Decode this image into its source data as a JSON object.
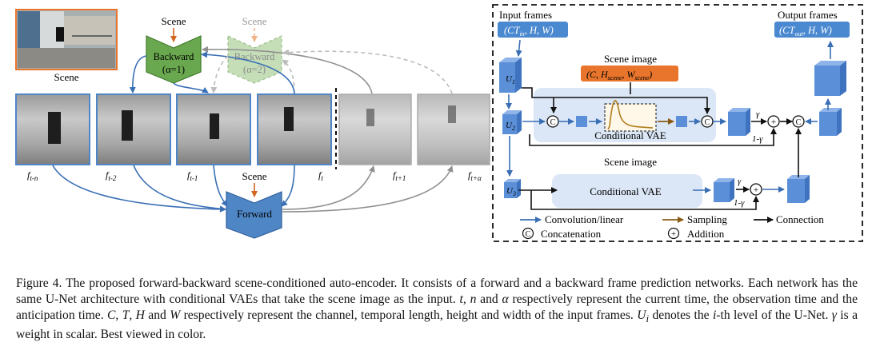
{
  "colors": {
    "backward_active": "#6aa84f",
    "backward_ghost": "#c5deb8",
    "forward": "#4f86c6",
    "scene_orange": "#e8752b",
    "cube": "#5b8fd8",
    "vae_panel": "#dbe7f6",
    "input_box": "#4a88d0",
    "arrow_blue": "#3a6fb5",
    "arrow_gray": "#9a9a9a",
    "sampling_arrow": "#8a5a14"
  },
  "left": {
    "scene_thumb_label": "Scene",
    "scene_backward_label": "Scene",
    "scene_ghost_label": "Scene",
    "scene_forward_label": "Scene",
    "backward_label": "Backward",
    "backward_alpha": "(α=1)",
    "backward_ghost_label": "Backward",
    "backward_ghost_alpha": "(α=2)",
    "forward_label": "Forward",
    "frames": [
      {
        "label": "f",
        "sub": "t-n"
      },
      {
        "label": "f",
        "sub": "t-2"
      },
      {
        "label": "f",
        "sub": "t-1"
      },
      {
        "label": "f",
        "sub": "t"
      },
      {
        "label": "f",
        "sub": "t+1"
      },
      {
        "label": "f",
        "sub": "t+α"
      }
    ]
  },
  "right": {
    "input_frames_title": "Input frames",
    "input_frames_dims_ct": "(CT",
    "input_frames_dims_sub": "in",
    "input_frames_dims_rest": ", H, W)",
    "output_frames_title": "Output frames",
    "output_frames_dims_ct": "(CT",
    "output_frames_dims_sub": "out",
    "output_frames_dims_rest": ", H, W)",
    "scene_image_label_1": "Scene image",
    "scene_image_dims": "(C, H",
    "scene_image_dims_sub1": "scene",
    "scene_image_dims_mid": ", W",
    "scene_image_dims_sub2": "scene",
    "scene_image_dims_end": ")",
    "scene_image_label_2": "Scene image",
    "cvae_label_1": "Conditional VAE",
    "cvae_label_2": "Conditional VAE",
    "u1": "U",
    "u1_sub": "1",
    "u2": "U",
    "u2_sub": "2",
    "u3": "U",
    "u3_sub": "3",
    "gamma": "γ",
    "one_minus_gamma": "1-γ",
    "gamma_2": "γ",
    "one_minus_gamma_2": "1-γ",
    "concat_symbol": "C",
    "plus_symbol": "+",
    "legend": {
      "conv": "Convolution/linear",
      "sampling": "Sampling",
      "connection": "Connection",
      "concat": "Concatenation",
      "addition": "Addition"
    }
  },
  "caption": {
    "lead": "Figure 4.",
    "s1": "The proposed forward-backward scene-conditioned auto-encoder. It consists of a forward and a backward frame prediction networks. Each network has the same U-Net architecture with conditional VAEs that take the scene image as the input.",
    "t": "t",
    "comma_n": ", ",
    "n": "n",
    "and": " and ",
    "alpha": "α",
    "s2": " respectively represent the current time, the observation time and the anticipation time. ",
    "C": "C",
    "T": "T",
    "H": "H",
    "and2": " and ",
    "W": "W",
    "s3": " respectively represent the channel, temporal length, height and width of the input frames. ",
    "Ui": "U",
    "Ui_sub": "i",
    "s4": " denotes the ",
    "i": "i",
    "s5": "-th level of the U-Net. ",
    "gamma": "γ",
    "s6": " is a weight in scalar. Best viewed in color."
  }
}
